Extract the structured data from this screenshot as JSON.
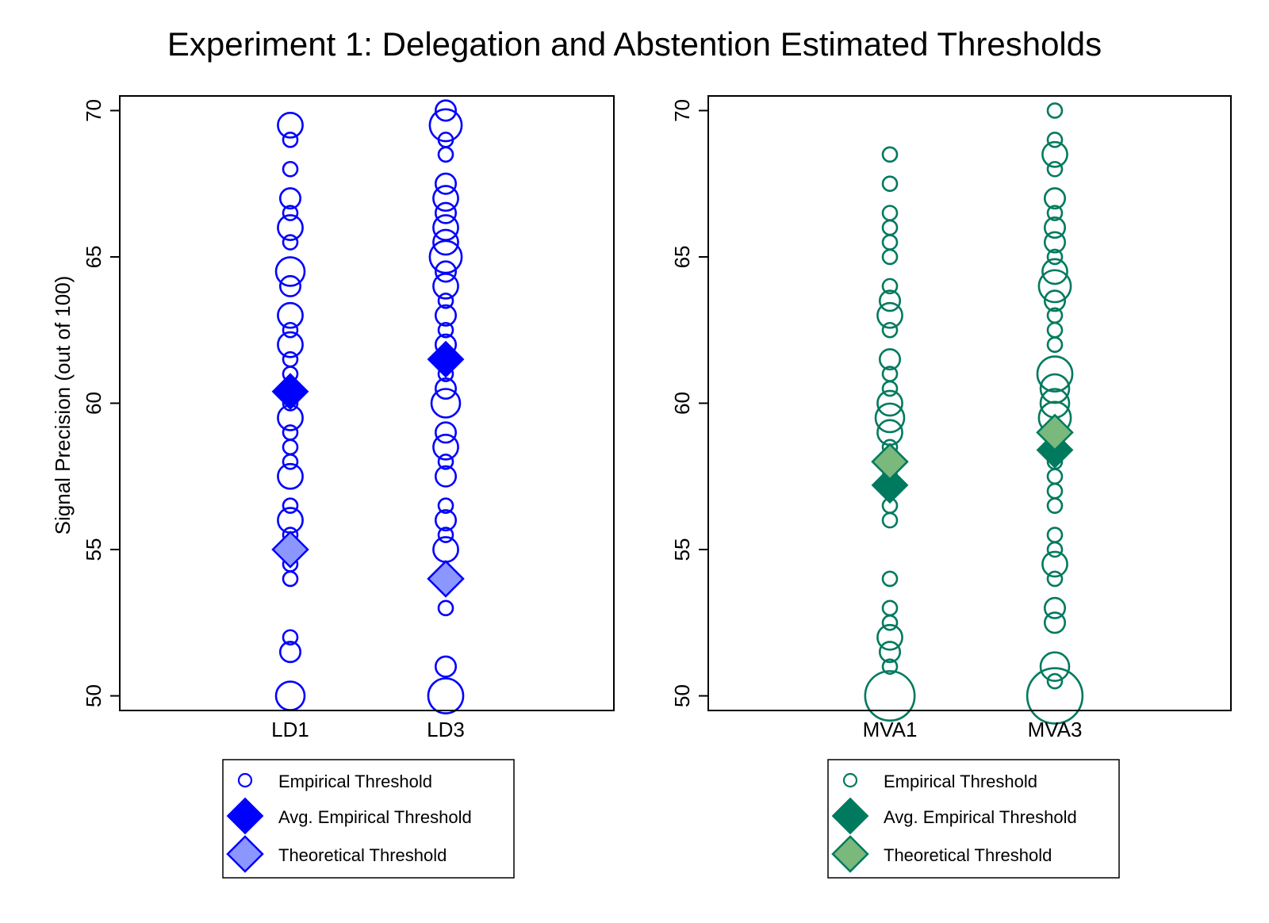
{
  "title": "Experiment 1: Delegation and Abstention Estimated Thresholds",
  "chart_data": [
    {
      "type": "scatter",
      "panel": "left",
      "ylabel": "Signal Precision (out of 100)",
      "xlabel": "",
      "ylim": [
        49.5,
        70.5
      ],
      "yticks": [
        50,
        55,
        60,
        65,
        70
      ],
      "categories": [
        "LD1",
        "LD3"
      ],
      "colors": {
        "empirical": "#0000ff",
        "average": "#0000ff",
        "theoretical": "#8c96ff"
      },
      "legend": {
        "placement": "bottom",
        "entries": [
          "Empirical Threshold",
          "Avg. Empirical Threshold",
          "Theoretical Threshold"
        ]
      },
      "series": [
        {
          "name": "Empirical Threshold",
          "points": [
            {
              "category": "LD1",
              "values": [
                69.5,
                69,
                68,
                67,
                66.5,
                66,
                65.5,
                64.5,
                64,
                63,
                62.5,
                62,
                61.5,
                61,
                60.5,
                60,
                59.5,
                59,
                58.5,
                58,
                57.5,
                56.5,
                56,
                55.5,
                55,
                54.5,
                54,
                52,
                51.5,
                50
              ],
              "weights": [
                3,
                1,
                1,
                2,
                1,
                3,
                1,
                4,
                2,
                3,
                1,
                3,
                1,
                1,
                1,
                1,
                3,
                1,
                1,
                1,
                3,
                1,
                3,
                1,
                1,
                1,
                1,
                1,
                2,
                4
              ]
            },
            {
              "category": "LD3",
              "values": [
                70,
                69.5,
                69,
                68.5,
                67.5,
                67,
                66.5,
                66,
                65.5,
                65,
                64.5,
                64,
                63.5,
                63,
                62.5,
                62,
                61.5,
                61,
                60.5,
                60,
                59,
                58.5,
                58,
                57.5,
                56.5,
                56,
                55.5,
                55,
                53,
                51,
                50
              ],
              "weights": [
                2,
                5,
                1,
                1,
                2,
                3,
                2,
                3,
                3,
                5,
                2,
                3,
                1,
                2,
                1,
                2,
                2,
                1,
                2,
                4,
                2,
                3,
                1,
                2,
                1,
                2,
                1,
                3,
                1,
                2,
                6
              ]
            }
          ]
        },
        {
          "name": "Avg. Empirical Threshold",
          "points": [
            {
              "category": "LD1",
              "value": 60.4
            },
            {
              "category": "LD3",
              "value": 61.5
            }
          ]
        },
        {
          "name": "Theoretical Threshold",
          "points": [
            {
              "category": "LD1",
              "value": 55
            },
            {
              "category": "LD3",
              "value": 54
            }
          ]
        }
      ]
    },
    {
      "type": "scatter",
      "panel": "right",
      "ylabel": "",
      "xlabel": "",
      "ylim": [
        49.5,
        70.5
      ],
      "yticks": [
        50,
        55,
        60,
        65,
        70
      ],
      "categories": [
        "MVA1",
        "MVA3"
      ],
      "colors": {
        "empirical": "#007a5e",
        "average": "#007a5e",
        "theoretical": "#7ab87c"
      },
      "legend": {
        "placement": "bottom",
        "entries": [
          "Empirical Threshold",
          "Avg. Empirical Threshold",
          "Theoretical Threshold"
        ]
      },
      "series": [
        {
          "name": "Empirical Threshold",
          "points": [
            {
              "category": "MVA1",
              "values": [
                68.5,
                67.5,
                66.5,
                66,
                65.5,
                65,
                64,
                63.5,
                63,
                62.5,
                61.5,
                61,
                60.5,
                60,
                59.5,
                59,
                58.5,
                58,
                57.5,
                57,
                56.5,
                56,
                54,
                53,
                52.5,
                52,
                51.5,
                51,
                50
              ],
              "weights": [
                1,
                1,
                1,
                1,
                1,
                1,
                1,
                2,
                3,
                1,
                2,
                1,
                1,
                3,
                4,
                3,
                1,
                2,
                1,
                1,
                1,
                1,
                1,
                1,
                1,
                3,
                2,
                1,
                12
              ]
            },
            {
              "category": "MVA3",
              "values": [
                70,
                69,
                68.5,
                68,
                67,
                66.5,
                66,
                65.5,
                65,
                64.5,
                64,
                63.5,
                63,
                62.5,
                62,
                61,
                60.5,
                60,
                59.5,
                59,
                58.5,
                58,
                57.5,
                57,
                56.5,
                55.5,
                55,
                54.5,
                54,
                53,
                52.5,
                51,
                50.5,
                50
              ],
              "weights": [
                1,
                1,
                3,
                1,
                2,
                1,
                2,
                2,
                1,
                3,
                5,
                2,
                1,
                1,
                1,
                6,
                4,
                4,
                5,
                2,
                1,
                1,
                1,
                1,
                1,
                1,
                1,
                3,
                1,
                2,
                2,
                4,
                1,
                15
              ]
            }
          ]
        },
        {
          "name": "Avg. Empirical Threshold",
          "points": [
            {
              "category": "MVA1",
              "value": 57.2
            },
            {
              "category": "MVA3",
              "value": 58.4
            }
          ]
        },
        {
          "name": "Theoretical Threshold",
          "points": [
            {
              "category": "MVA1",
              "value": 58
            },
            {
              "category": "MVA3",
              "value": 59
            }
          ]
        }
      ]
    }
  ]
}
